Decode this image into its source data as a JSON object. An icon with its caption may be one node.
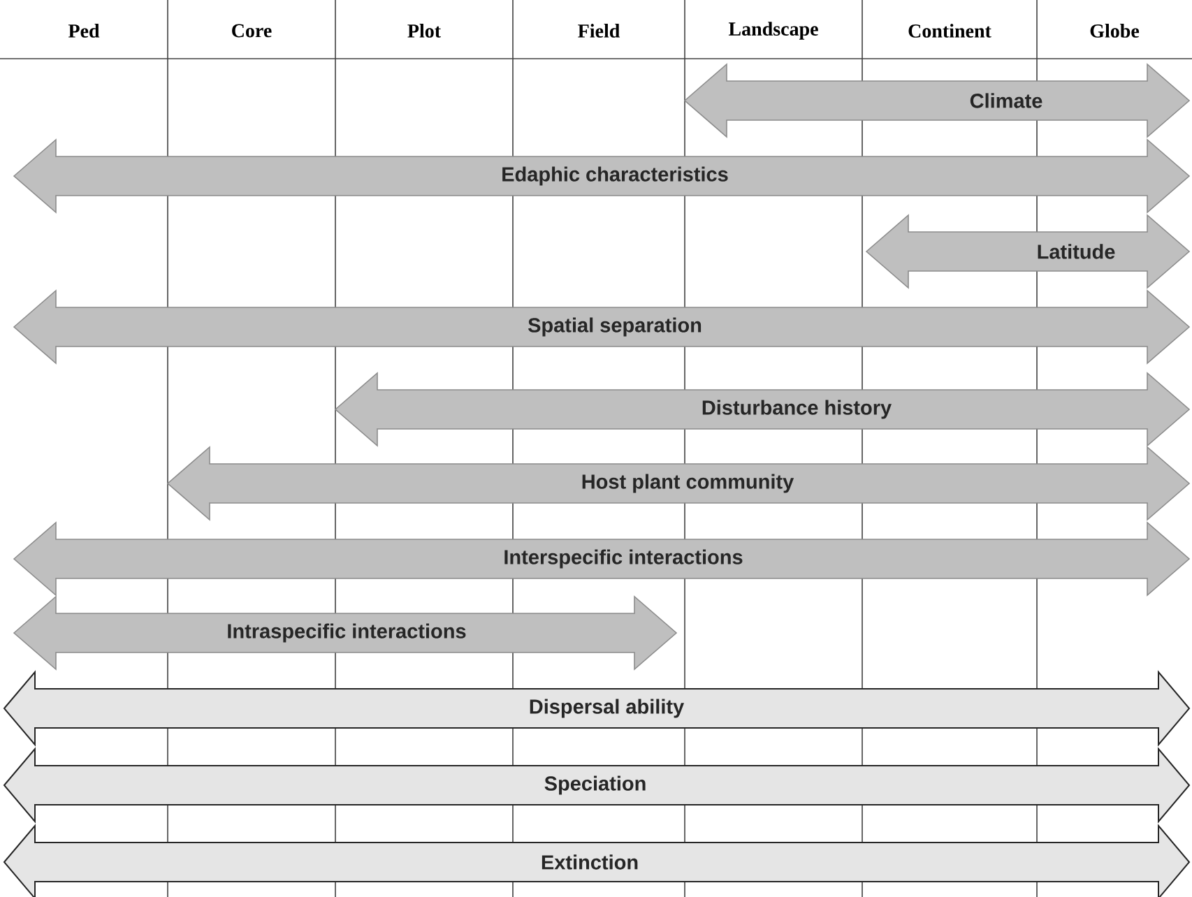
{
  "diagram": {
    "nodes": [
      {
        "text": [
          "Climate"
        ]
      },
      {
        "text": [
          "Edaphic characteristics"
        ]
      },
      {
        "text": [
          "Latitude"
        ]
      },
      {
        "text": [
          "Spatial separation"
        ]
      },
      {
        "text": [
          "Disturbance history"
        ]
      },
      {
        "text": [
          "Host plant community"
        ]
      },
      {
        "text": [
          "Interspecific interactions"
        ]
      },
      {
        "text": [
          "Intraspecific interactions"
        ]
      },
      {
        "text": [
          "Dispersal ability"
        ]
      },
      {
        "text": [
          "Speciation"
        ]
      },
      {
        "text": [
          "Extinction"
        ]
      }
    ],
    "labels": [
      "Ped",
      "Core",
      "Plot",
      "Field",
      "Landscape",
      "Continent",
      "Globe"
    ]
  }
}
